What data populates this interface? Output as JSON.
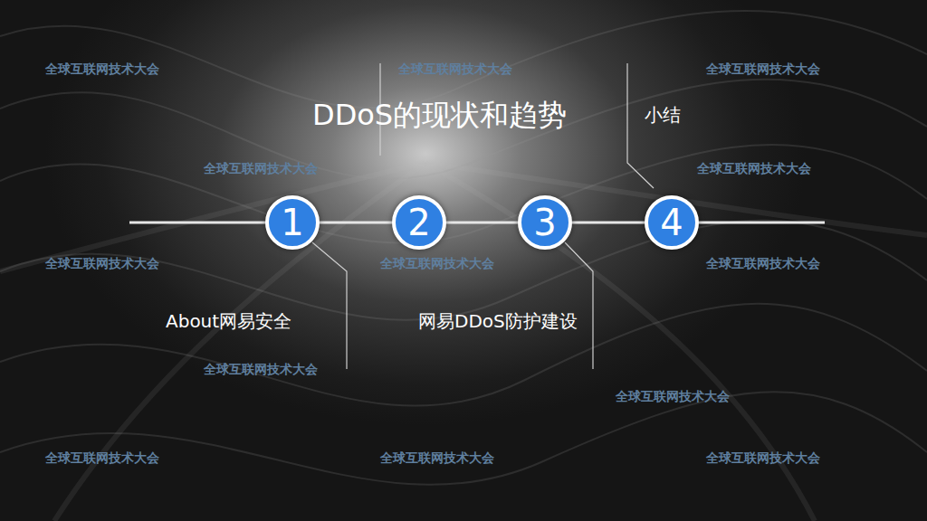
{
  "diagram": {
    "nodes": [
      {
        "text": [
          "1"
        ]
      },
      {
        "text": [
          "2"
        ]
      },
      {
        "text": [
          "3"
        ]
      },
      {
        "text": [
          "4"
        ]
      }
    ],
    "edges": [
      {
        "from": 0,
        "to": 1,
        "arrow": "none"
      },
      {
        "from": 1,
        "to": 2,
        "arrow": "none"
      },
      {
        "from": 2,
        "to": 3,
        "arrow": "none"
      }
    ],
    "labels": [
      "DDoS的现状和趋势",
      "小结",
      "About网易安全",
      "网易DDoS防护建设",
      "全球互联网技术大会",
      "全球互联网技术大会",
      "全球互联网技术大会",
      "全球互联网技术大会",
      "全球互联网技术大会",
      "全球互联网技术大会",
      "全球互联网技术大会",
      "全球互联网技术大会",
      "全球互联网技术大会",
      "全球互联网技术大会",
      "全球互联网技术大会",
      "全球互联网技术大会",
      "全球互联网技术大会"
    ]
  }
}
